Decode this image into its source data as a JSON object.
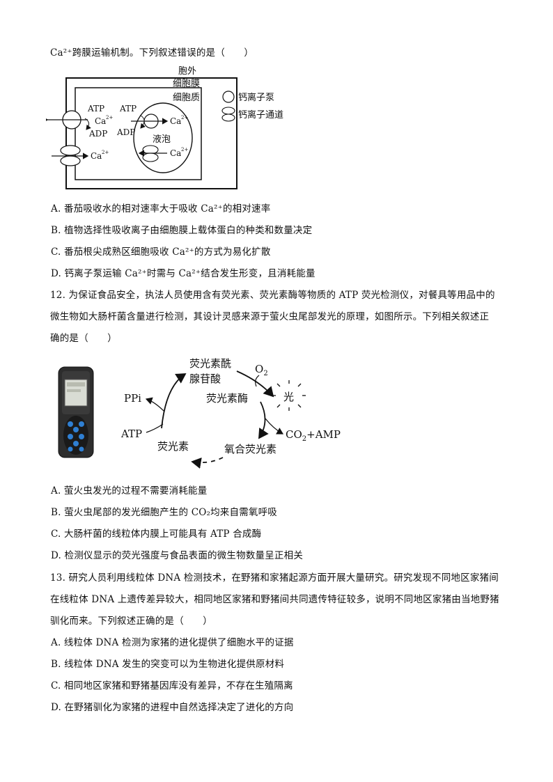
{
  "q11": {
    "stem_tail": "Ca²⁺跨膜运输机制。下列叙述错误的是（　　）",
    "diagram": {
      "outside": "胞外",
      "membrane": "细胞膜",
      "cytoplasm": "细胞质",
      "vacuole": "液泡",
      "atp": "ATP",
      "adp": "ADP",
      "ca": "Ca",
      "ca_charge": "2+",
      "legend_pump": "钙离子泵",
      "legend_channel": "钙离子通道"
    },
    "options": [
      "A.  番茄吸收水的相对速率大于吸收 Ca²⁺的相对速率",
      "B.  植物选择性吸收离子由细胞膜上载体蛋白的种类和数量决定",
      "C.  番茄根尖成熟区细胞吸收 Ca²⁺的方式为易化扩散",
      "D.  钙离子泵运输 Ca²⁺时需与 Ca²⁺结合发生形变，且消耗能量"
    ]
  },
  "q12": {
    "stem_lines": [
      "12. 为保证食品安全，执法人员使用含有荧光素、荧光素酶等物质的 ATP 荧光检测仪，对餐具等用品中的",
      "微生物如大肠杆菌含量进行检测，其设计灵感来源于萤火虫尾部发光的原理，如图所示。下列相关叙述正",
      "确的是（　　）"
    ],
    "diagram": {
      "luciferyl_1": "荧光素酰",
      "luciferyl_2": "腺苷酸",
      "o2": "O",
      "o2_sub": "2",
      "enzyme": "荧光素酶",
      "light": "光",
      "ppi": "PPi",
      "atp": "ATP",
      "luciferin": "荧光素",
      "oxyluciferin": "氧合荧光素",
      "co2_amp_a": "CO",
      "co2_sub": "2",
      "co2_amp_b": "+AMP"
    },
    "options": [
      "A.  萤火虫发光的过程不需要消耗能量",
      "B.  萤火虫尾部的发光细胞产生的 CO₂均来自需氧呼吸",
      "C.  大肠杆菌的线粒体内膜上可能具有 ATP 合成酶",
      "D.  检测仪显示的荧光强度与食品表面的微生物数量呈正相关"
    ]
  },
  "q13": {
    "stem_lines": [
      "13. 研究人员利用线粒体 DNA 检测技术，在野猪和家猪起源方面开展大量研究。研究发现不同地区家猪间",
      "在线粒体 DNA 上遗传差异较大，相同地区家猪和野猪间共同遗传特征较多，说明不同地区家猪由当地野猪",
      "驯化而来。下列叙述正确的是（　　）"
    ],
    "options": [
      "A.  线粒体 DNA 检测为家猪的进化提供了细胞水平的证据",
      "B.  线粒体 DNA 发生的突变可以为生物进化提供原材料",
      "C.  相同地区家猪和野猪基因库没有差异，不存在生殖隔离",
      "D.  在野猪驯化为家猪的进程中自然选择决定了进化的方向"
    ]
  }
}
